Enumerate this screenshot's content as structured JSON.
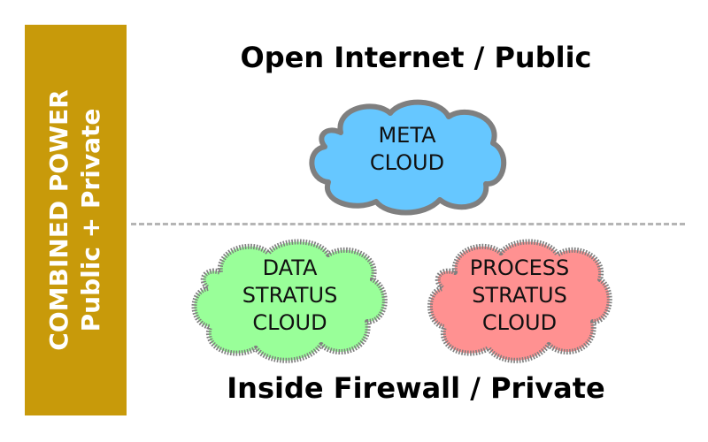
{
  "side_panel": {
    "line1": "COMBINED POWER",
    "line2": "Public + Private",
    "color": "#c89a0a"
  },
  "top_heading": "Open Internet / Public",
  "bottom_heading": "Inside Firewall / Private",
  "clouds": {
    "meta": {
      "line1": "META",
      "line2": "CLOUD",
      "fill": "#66c7ff",
      "border": "#7f7f7f"
    },
    "data": {
      "line1": "DATA",
      "line2": "STRATUS",
      "line3": "CLOUD",
      "fill": "#99ff99",
      "border": "#7f7f7f"
    },
    "process": {
      "line1": "PROCESS",
      "line2": "STRATUS",
      "line3": "CLOUD",
      "fill": "#ff9191",
      "border": "#7f7f7f"
    }
  }
}
